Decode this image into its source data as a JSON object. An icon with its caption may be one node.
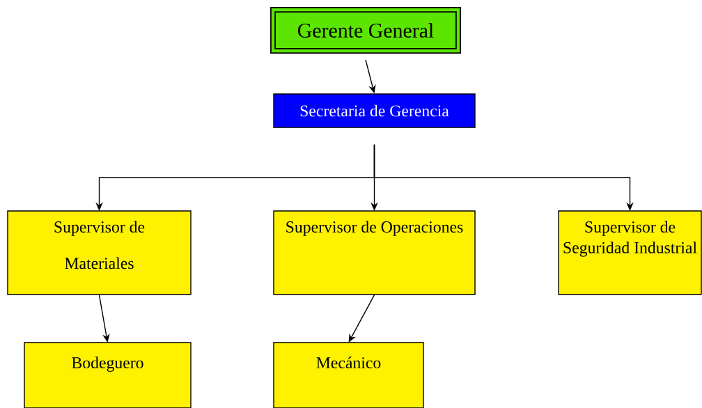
{
  "diagram": {
    "nodes": [
      {
        "text": [
          "Gerente General"
        ]
      },
      {
        "text": [
          "Secretaria de Gerencia"
        ]
      },
      {
        "text": [
          "Supervisor de",
          "Materiales"
        ]
      },
      {
        "text": [
          "Supervisor de Operaciones"
        ]
      },
      {
        "text": [
          "Supervisor de Seguridad Industrial"
        ]
      },
      {
        "text": [
          "Bodeguero"
        ]
      },
      {
        "text": [
          "Mecánico"
        ]
      }
    ],
    "edges": [
      {
        "from": 0,
        "to": 1,
        "arrow": "to"
      },
      {
        "from": 1,
        "to": 2,
        "arrow": "to"
      },
      {
        "from": 1,
        "to": 3,
        "arrow": "to"
      },
      {
        "from": 1,
        "to": 4,
        "arrow": "to"
      },
      {
        "from": 2,
        "to": 5,
        "arrow": "to"
      },
      {
        "from": 3,
        "to": 6,
        "arrow": "to"
      }
    ]
  }
}
